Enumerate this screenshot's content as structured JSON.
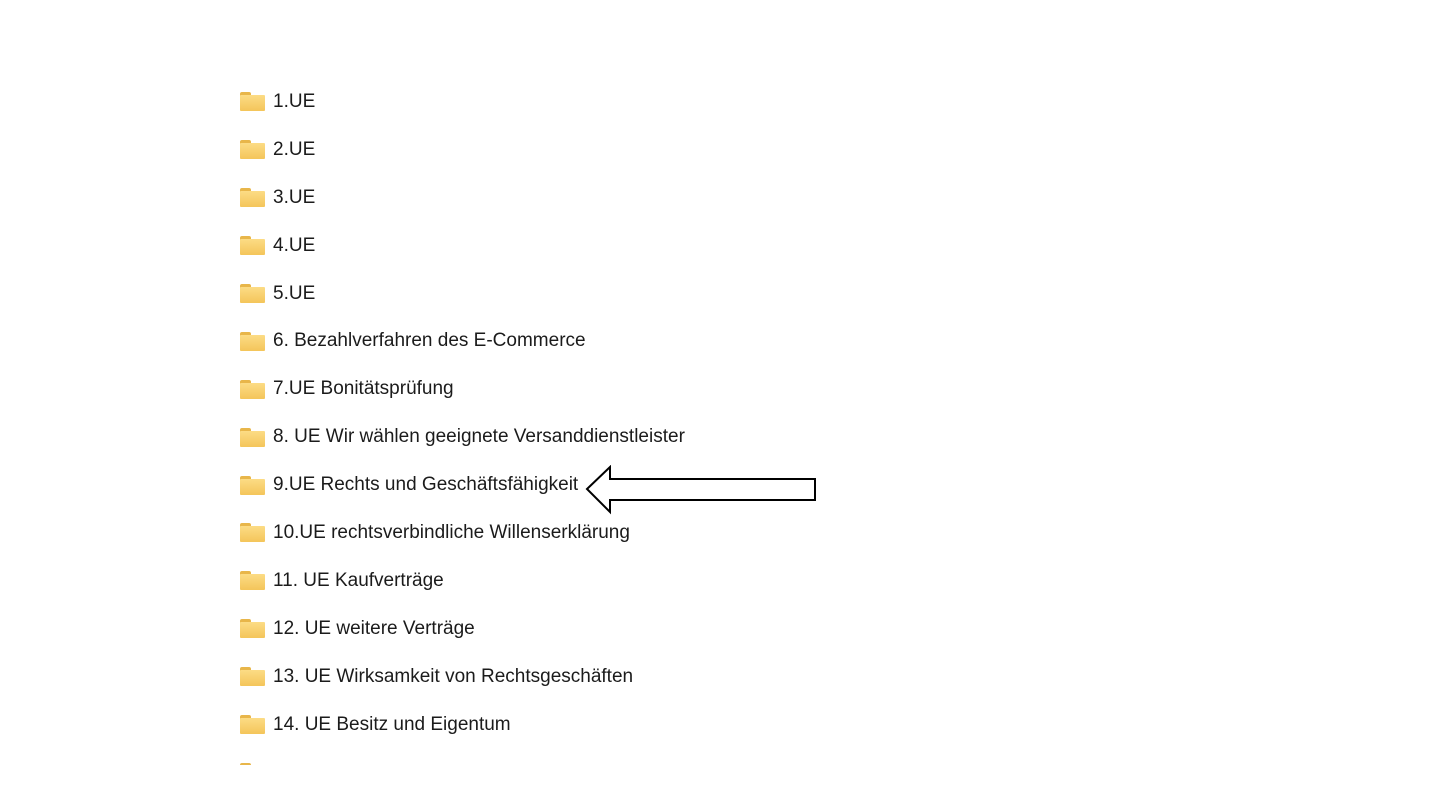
{
  "folders": [
    {
      "name": "1.UE"
    },
    {
      "name": "2.UE"
    },
    {
      "name": "3.UE"
    },
    {
      "name": "4.UE"
    },
    {
      "name": "5.UE"
    },
    {
      "name": "6. Bezahlverfahren des E-Commerce"
    },
    {
      "name": "7.UE Bonitätsprüfung"
    },
    {
      "name": "8. UE Wir wählen geeignete Versanddienstleister"
    },
    {
      "name": "9.UE Rechts und Geschäftsfähigkeit"
    },
    {
      "name": "10.UE rechtsverbindliche Willenserklärung"
    },
    {
      "name": "11. UE Kaufverträge"
    },
    {
      "name": "12. UE weitere Verträge"
    },
    {
      "name": "13. UE Wirksamkeit von Rechtsgeschäften"
    },
    {
      "name": "14. UE Besitz und Eigentum"
    },
    {
      "name": ""
    }
  ],
  "colors": {
    "folder": "#f8d06c",
    "arrow_stroke": "#000000"
  }
}
